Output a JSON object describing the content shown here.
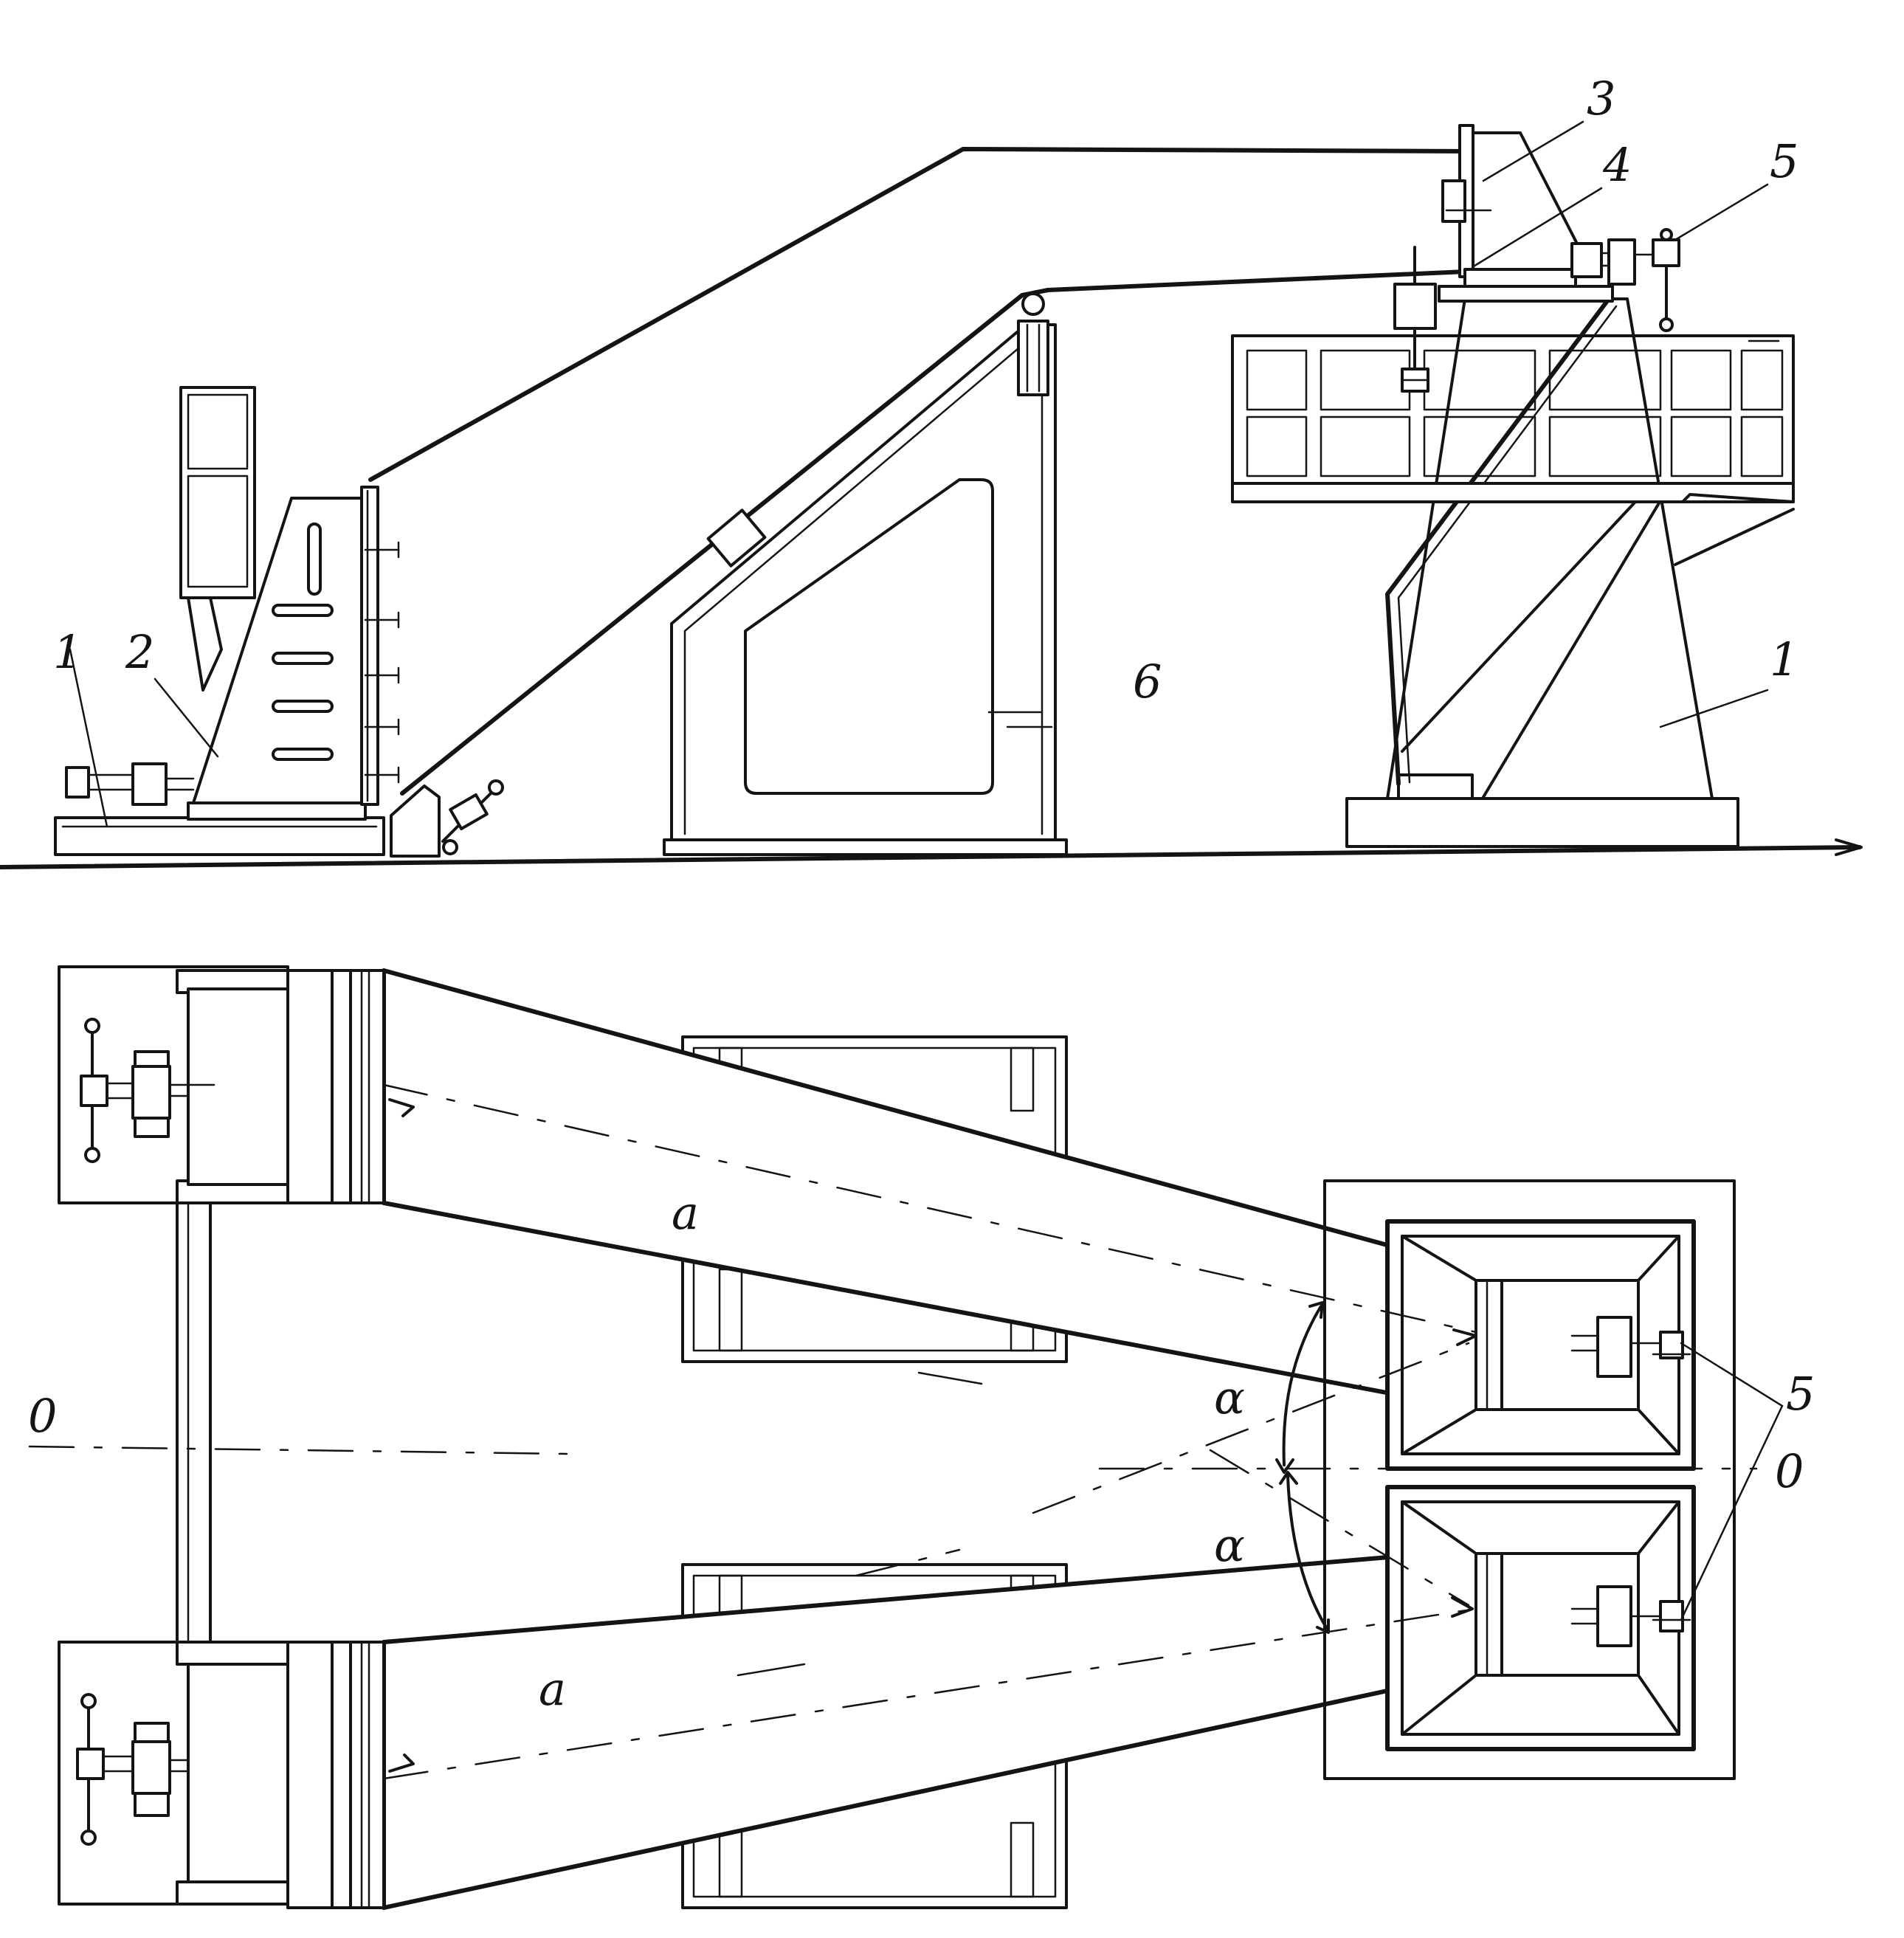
{
  "callouts": {
    "c1_left": "1",
    "c2": "2",
    "c3": "3",
    "c4": "4",
    "c5_top": "5",
    "c6": "6",
    "c1_right": "1",
    "c5_plan": "5",
    "axis_o_left": "0",
    "axis_o_right": "0",
    "alpha_upper": "α",
    "alpha_lower": "α",
    "a_upper": "a",
    "a_lower": "a"
  },
  "colors": {
    "ink": "#141414",
    "paper": "#ffffff"
  }
}
